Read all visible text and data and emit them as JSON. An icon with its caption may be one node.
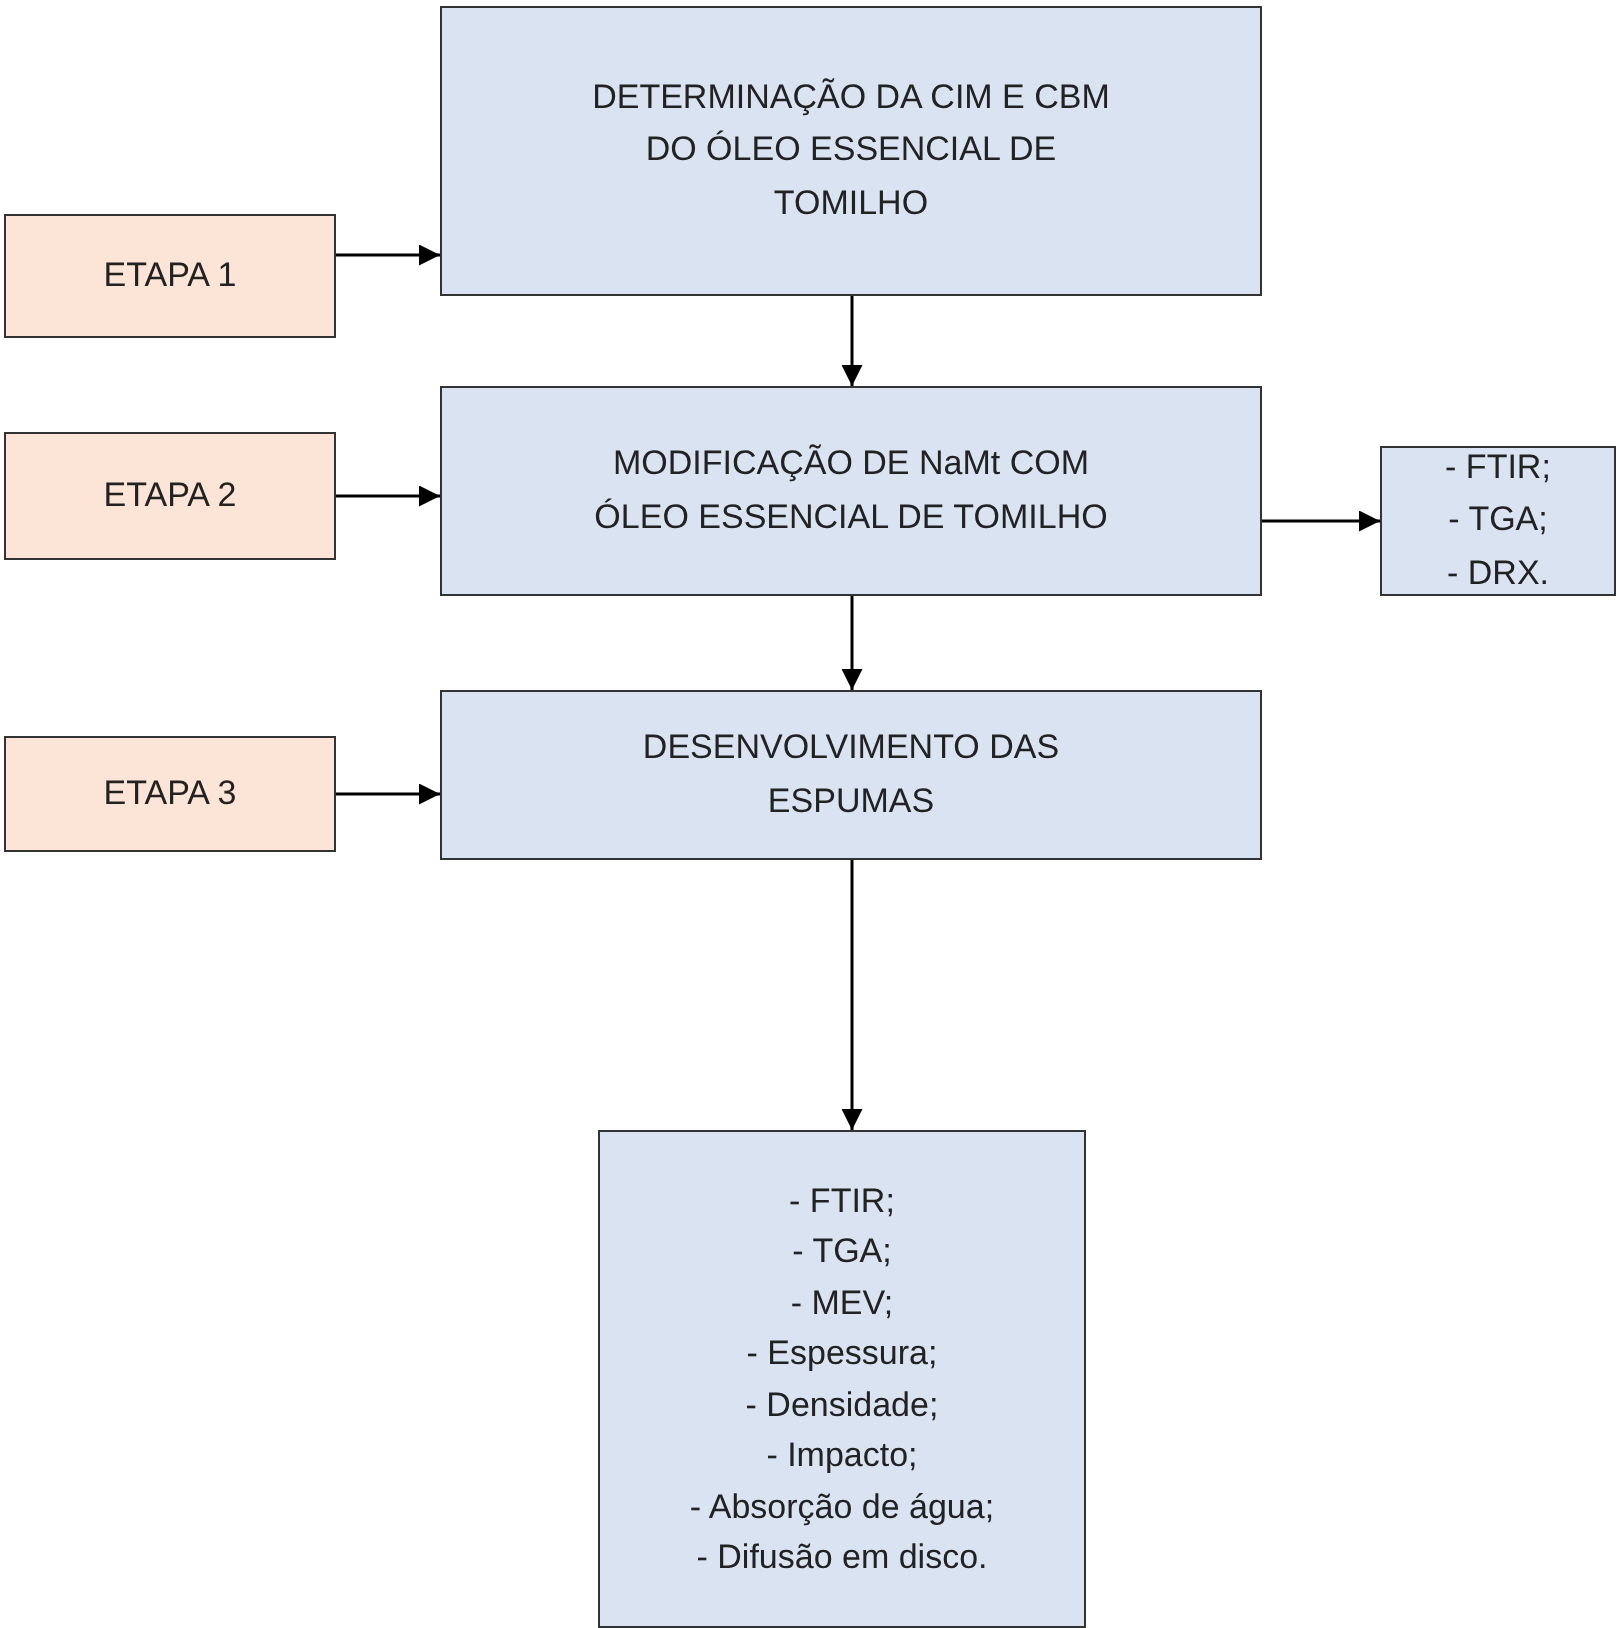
{
  "diagram": {
    "nodes": [
      {
        "text": [
          "ETAPA 1"
        ]
      },
      {
        "text": [
          "DETERMINAÇÃO DA CIM E CBM DO ÓLEO ESSENCIAL DE TOMILHO"
        ]
      },
      {
        "text": [
          "ETAPA 2"
        ]
      },
      {
        "text": [
          "MODIFICAÇÃO DE NaMt COM ÓLEO ESSENCIAL DE TOMILHO"
        ]
      },
      {
        "text": [
          "- FTIR;",
          "- TGA;",
          "- DRX."
        ]
      },
      {
        "text": [
          "ETAPA 3"
        ]
      },
      {
        "text": [
          "DESENVOLVIMENTO DAS ESPUMAS"
        ]
      },
      {
        "text": [
          "- FTIR;",
          "- TGA;",
          "- MEV;",
          "- Espessura;",
          "- Densidade;",
          "- Impacto;",
          "- Absorção de água;",
          "- Difusão em disco."
        ]
      }
    ],
    "edges": [
      {
        "from": 0,
        "to": 1,
        "arrow": "to"
      },
      {
        "from": 1,
        "to": 3,
        "arrow": "to"
      },
      {
        "from": 2,
        "to": 3,
        "arrow": "to"
      },
      {
        "from": 3,
        "to": 4,
        "arrow": "to"
      },
      {
        "from": 3,
        "to": 6,
        "arrow": "to"
      },
      {
        "from": 5,
        "to": 6,
        "arrow": "to"
      },
      {
        "from": 6,
        "to": 7,
        "arrow": "to"
      }
    ]
  }
}
